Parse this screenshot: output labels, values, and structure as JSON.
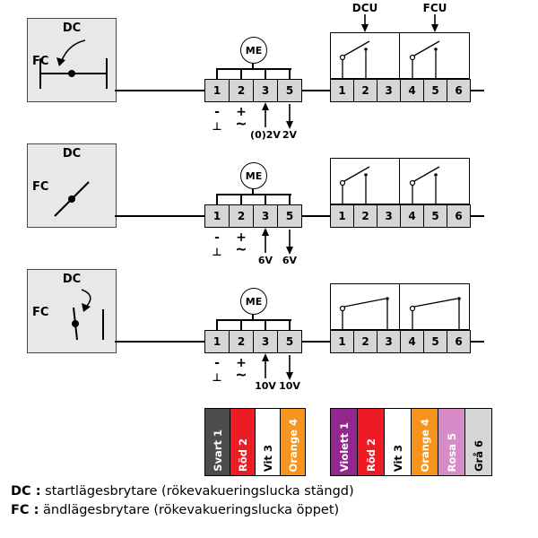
{
  "diagram": {
    "motor_label": "ME",
    "switch_labels": {
      "dc": "DC",
      "fc": "FC"
    },
    "headers": {
      "dcu": "DCU",
      "fcu": "FCU"
    },
    "left_terminals": [
      "1",
      "2",
      "3",
      "5"
    ],
    "right_terminals": [
      "1",
      "2",
      "3",
      "4",
      "5",
      "6"
    ],
    "signs": {
      "minus": "-",
      "plus": "+",
      "ground": "⊥",
      "ac": "~"
    },
    "rows": [
      {
        "position": "start",
        "voltage_in": "(0)2V",
        "voltage_out": "2V"
      },
      {
        "position": "mid",
        "voltage_in": "6V",
        "voltage_out": "6V"
      },
      {
        "position": "end",
        "voltage_in": "10V",
        "voltage_out": "10V"
      }
    ]
  },
  "wires": {
    "left": [
      {
        "label": "Svart 1",
        "bg": "#4d4d4f",
        "fg": "#ffffff"
      },
      {
        "label": "Röd 2",
        "bg": "#ed1c24",
        "fg": "#ffffff"
      },
      {
        "label": "Vit 3",
        "bg": "#ffffff",
        "fg": "#000000"
      },
      {
        "label": "Orange 4",
        "bg": "#f7941d",
        "fg": "#ffffff"
      }
    ],
    "right": [
      {
        "label": "Violett 1",
        "bg": "#92278f",
        "fg": "#ffffff"
      },
      {
        "label": "Röd 2",
        "bg": "#ed1c24",
        "fg": "#ffffff"
      },
      {
        "label": "Vit 3",
        "bg": "#ffffff",
        "fg": "#000000"
      },
      {
        "label": "Orange 4",
        "bg": "#f7941d",
        "fg": "#ffffff"
      },
      {
        "label": "Rosa 5",
        "bg": "#d78cc8",
        "fg": "#ffffff"
      },
      {
        "label": "Grå 6",
        "bg": "#d6d6d8",
        "fg": "#000000"
      }
    ]
  },
  "legend": [
    {
      "term": "DC :",
      "desc": "startlägesbrytare (rökevakueringslucka stängd)"
    },
    {
      "term": "FC :",
      "desc": "ändlägesbrytare (rökevakueringslucka öppet)"
    }
  ]
}
